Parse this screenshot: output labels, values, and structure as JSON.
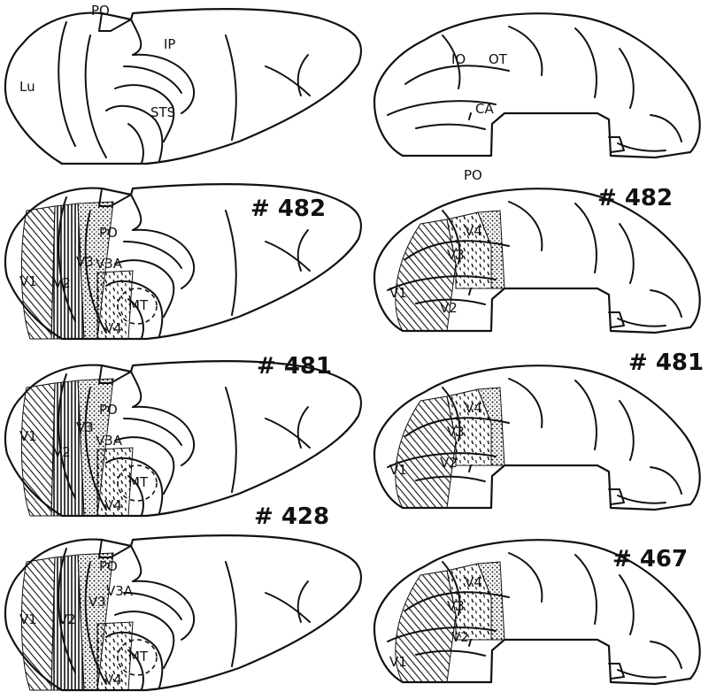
{
  "top": {
    "medial_labels": [
      "PO",
      "IP",
      "Lu",
      "STS"
    ],
    "lateral_labels": [
      "IO",
      "OT",
      "CA",
      "PO"
    ]
  },
  "rows": [
    {
      "left_case": "# 482",
      "right_case": "# 482",
      "left_labels": [
        "PO",
        "V3",
        "V3A",
        "V1",
        "V2",
        "V4",
        "MT"
      ],
      "right_labels": [
        "V3",
        "V4",
        "V1",
        "V2"
      ]
    },
    {
      "left_case": "# 481",
      "right_case": "# 481",
      "left_labels": [
        "PO",
        "V3",
        "V3A",
        "V1",
        "V2",
        "V4",
        "MT"
      ],
      "right_labels": [
        "V3",
        "V4",
        "V1",
        "V2"
      ]
    },
    {
      "left_case": "# 428",
      "right_case": "# 467",
      "left_labels": [
        "PO",
        "V3",
        "V3A",
        "V1",
        "V2",
        "V4",
        "MT"
      ],
      "right_labels": [
        "V3",
        "V4",
        "V1",
        "V2"
      ]
    }
  ]
}
